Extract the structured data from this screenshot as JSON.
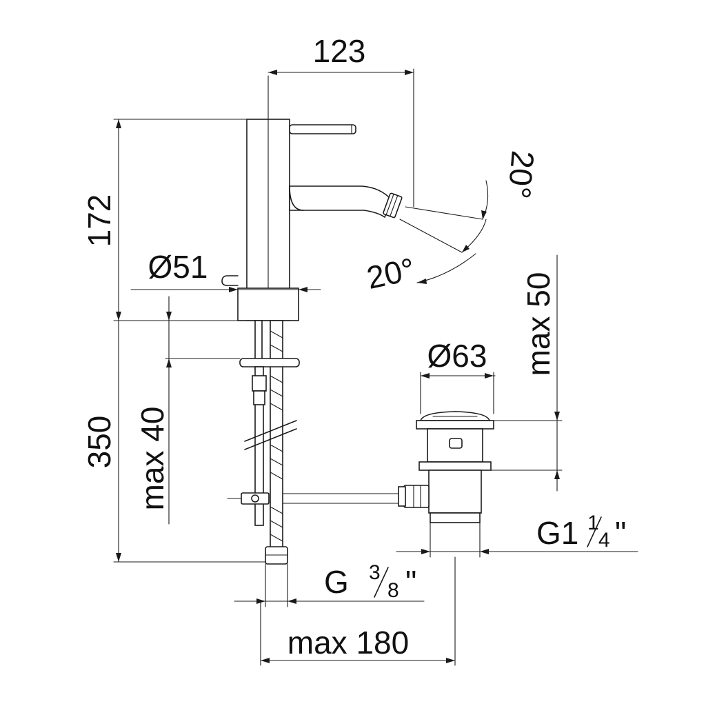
{
  "dimensions": {
    "spout_reach": "123",
    "overall_height": "172",
    "body_diameter": "Ø51",
    "angle_top": "20°",
    "angle_left": "20°",
    "max_deck": "max 40",
    "hose_length": "350",
    "waste_diameter": "Ø63",
    "waste_max_deck": "max 50",
    "waste_thread_main": "G1",
    "waste_thread_num": "1",
    "waste_thread_den": "4",
    "waste_thread_quote": "\"",
    "supply_thread_main": "G",
    "supply_thread_num": "3",
    "supply_thread_den": "8",
    "supply_thread_quote": "\"",
    "max_spacing": "max 180"
  }
}
